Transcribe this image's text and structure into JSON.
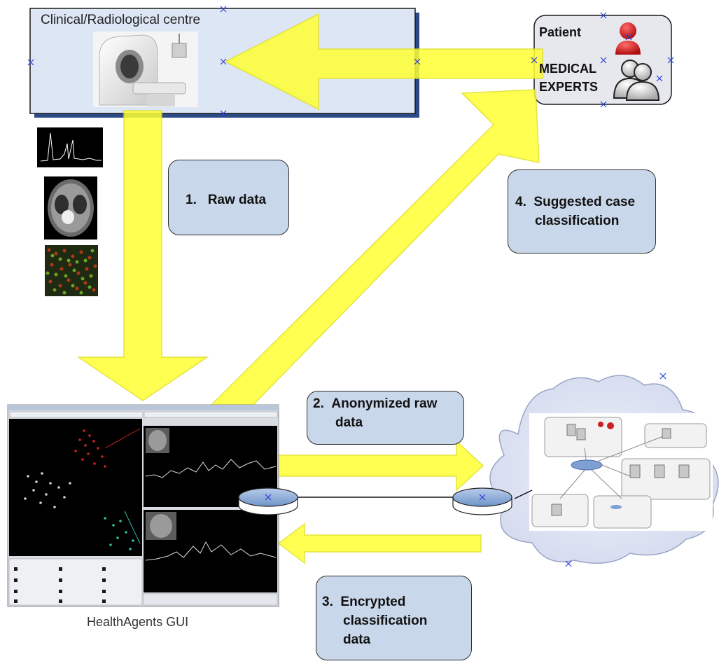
{
  "clinic": {
    "title": "Clinical/Radiological centre"
  },
  "patient_box": {
    "patient_label": "Patient",
    "experts_label_1": "MEDICAL",
    "experts_label_2": "EXPERTS"
  },
  "steps": [
    {
      "number": "1.",
      "lines": [
        "Raw data"
      ]
    },
    {
      "number": "2.",
      "lines": [
        "Anonymized raw",
        "data"
      ]
    },
    {
      "number": "3.",
      "lines": [
        "Encrypted",
        "classification",
        "data"
      ]
    },
    {
      "number": "4.",
      "lines": [
        "Suggested case",
        "classification"
      ]
    }
  ],
  "gui": {
    "caption": "HealthAgents GUI"
  },
  "colors": {
    "arrow": "#ffff33",
    "arrow_stroke": "#e0e020",
    "box_fill": "#c9d7ea",
    "clinic_fill": "#dde6f4",
    "cloud": "#dfe4f3",
    "patient_red": "#cc1f1f"
  },
  "icons": [
    "mri-scanner-icon",
    "spectrum-thumbnail",
    "brain-mri-thumbnail",
    "microarray-thumbnail",
    "patient-icon",
    "experts-icon",
    "router-icon",
    "network-cloud"
  ]
}
